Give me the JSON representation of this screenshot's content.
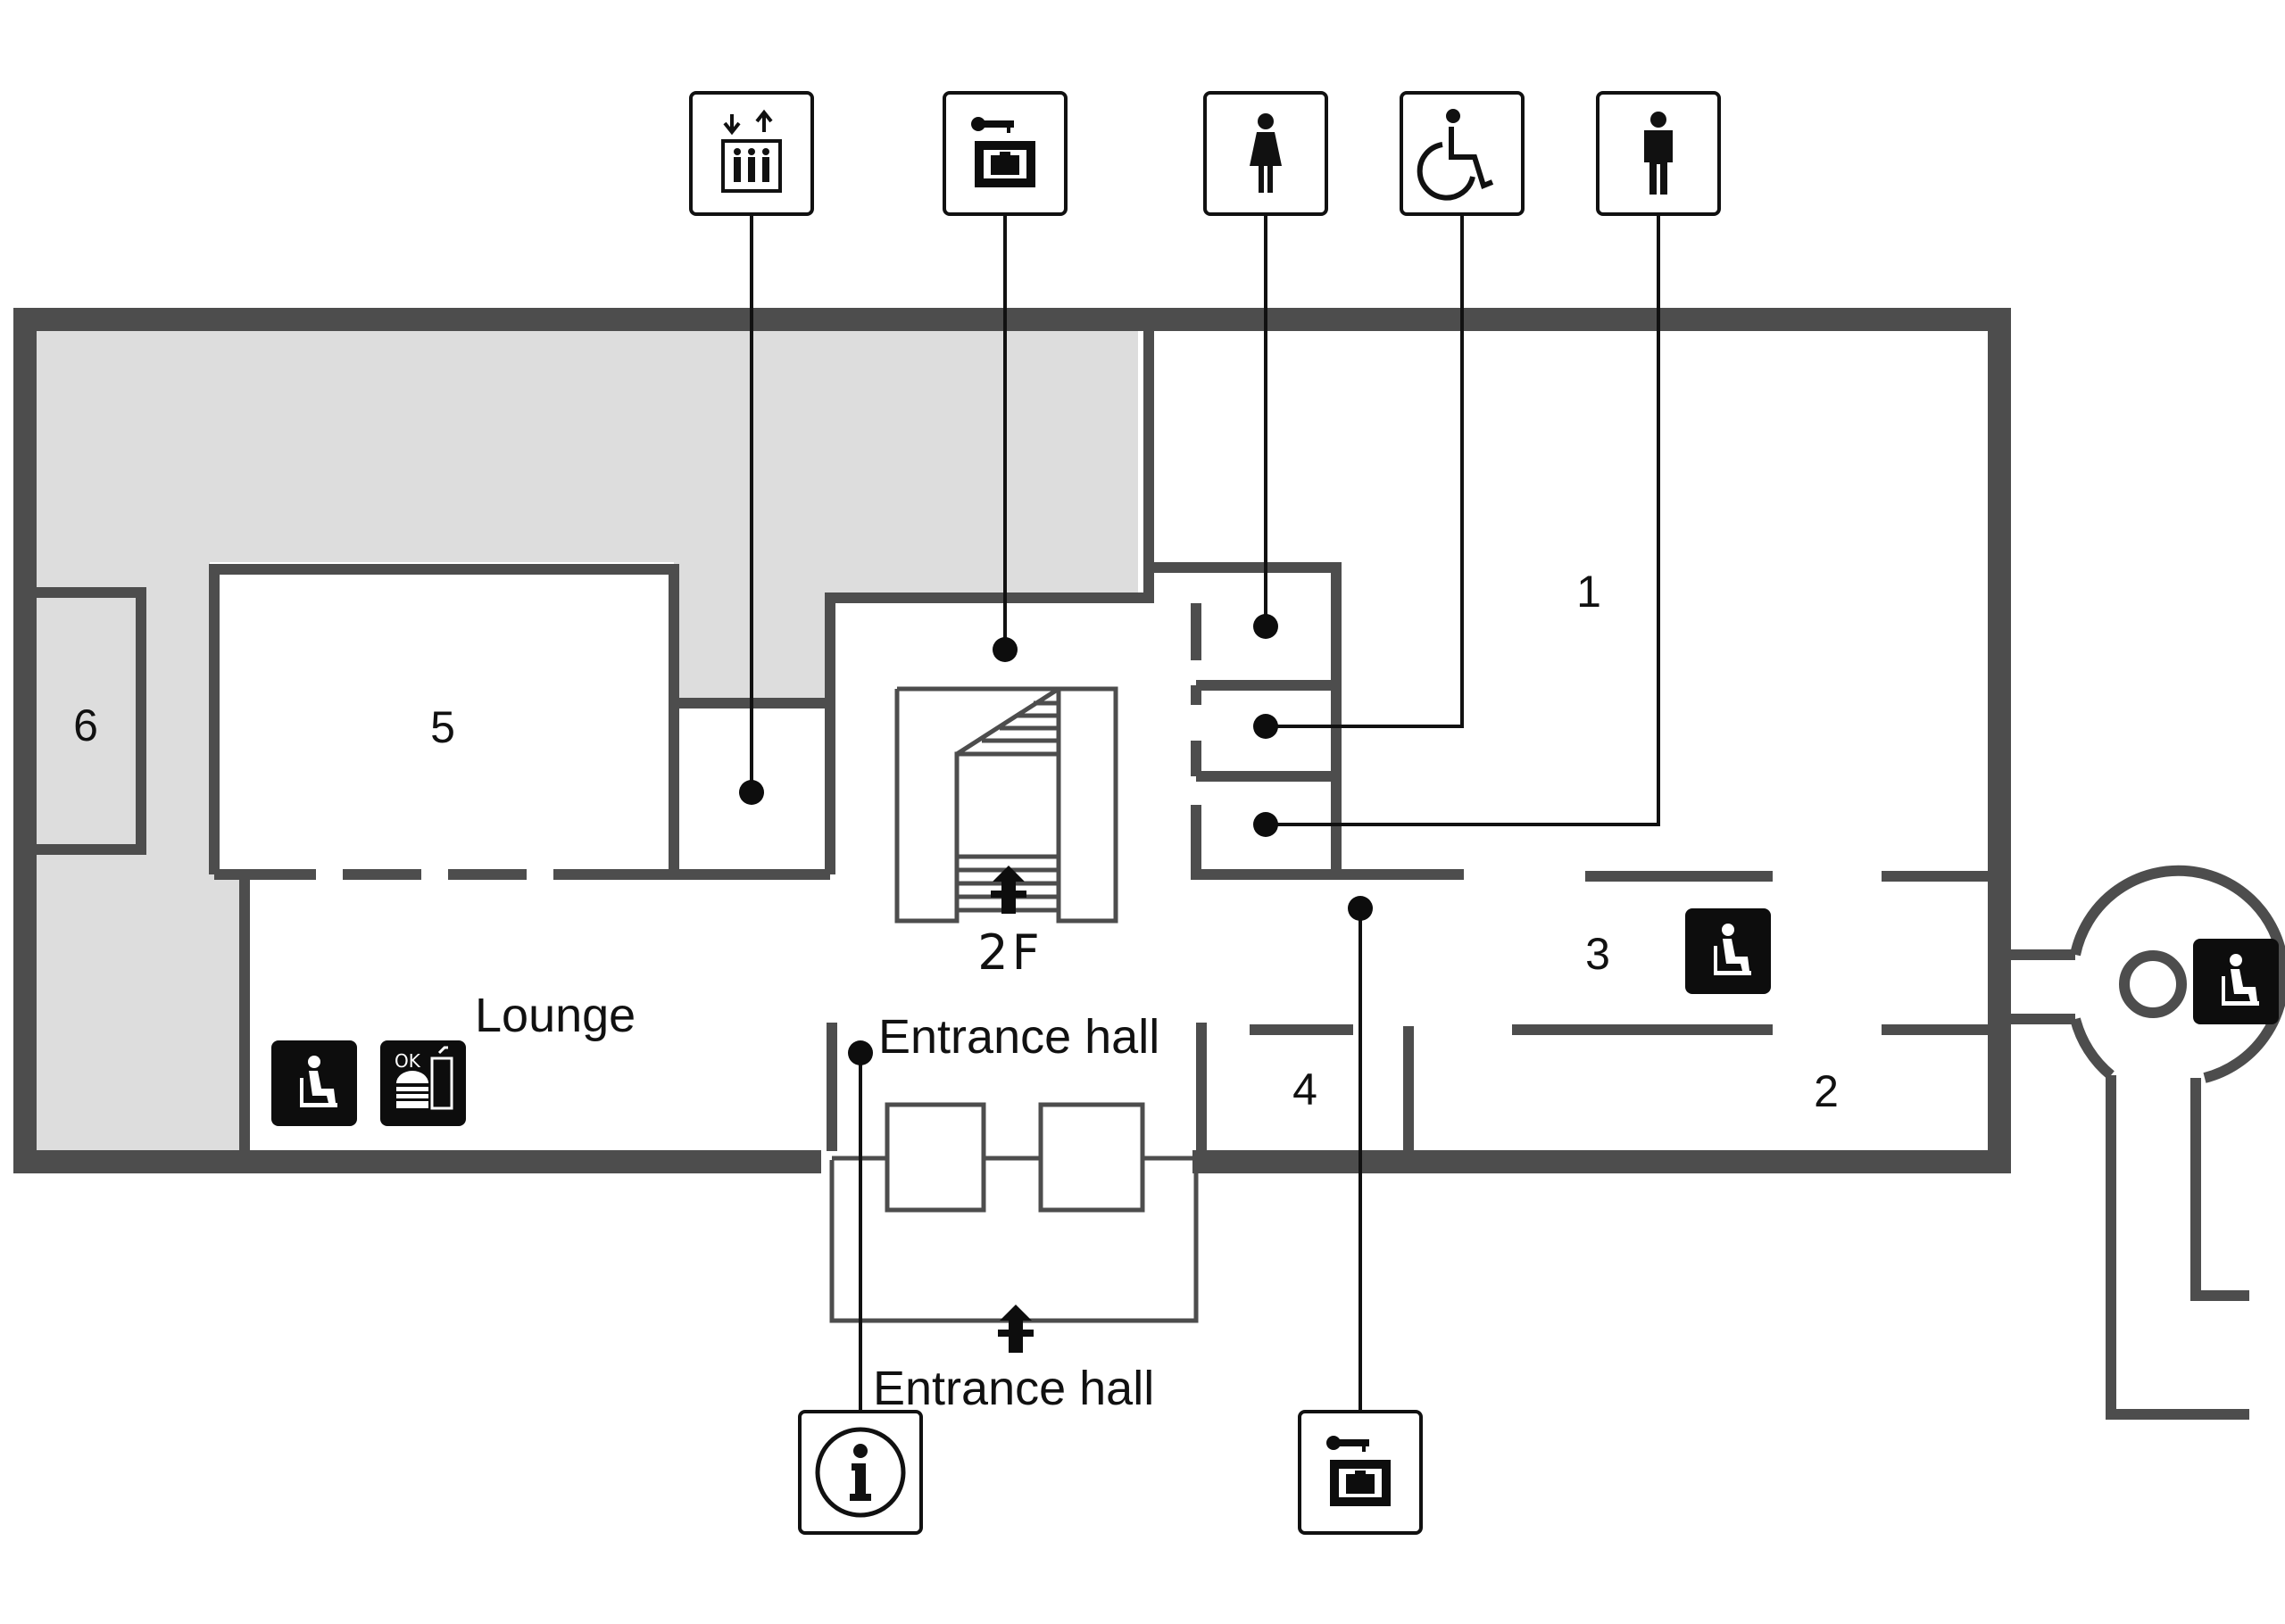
{
  "map": {
    "rooms": {
      "r1": "1",
      "r2": "2",
      "r3": "3",
      "r4": "4",
      "r5": "5",
      "r6": "6"
    },
    "areas": {
      "lounge": "Lounge",
      "entrance_hall_inner": "Entrance hall",
      "entrance_hall_outer": "Entrance hall",
      "stairs_floor": "2F"
    },
    "colors": {
      "wall": "#4d4d4d",
      "restricted_area": "#dddddd",
      "sign": "#0d0d0d",
      "background": "#ffffff"
    },
    "signs": {
      "elevator": "elevator-icon",
      "coin_lockers_top": "coin-locker-icon",
      "womens_restroom": "womens-restroom-icon",
      "accessible_restroom": "accessible-restroom-icon",
      "mens_restroom": "mens-restroom-icon",
      "information": "information-icon",
      "coin_lockers_bottom": "coin-locker-icon",
      "seating_lounge": "seating-icon",
      "food_drink_ok": "food-drink-ok-icon",
      "food_drink_ok_text": "OK",
      "seating_room3": "seating-icon",
      "seating_rotunda": "seating-icon"
    }
  }
}
